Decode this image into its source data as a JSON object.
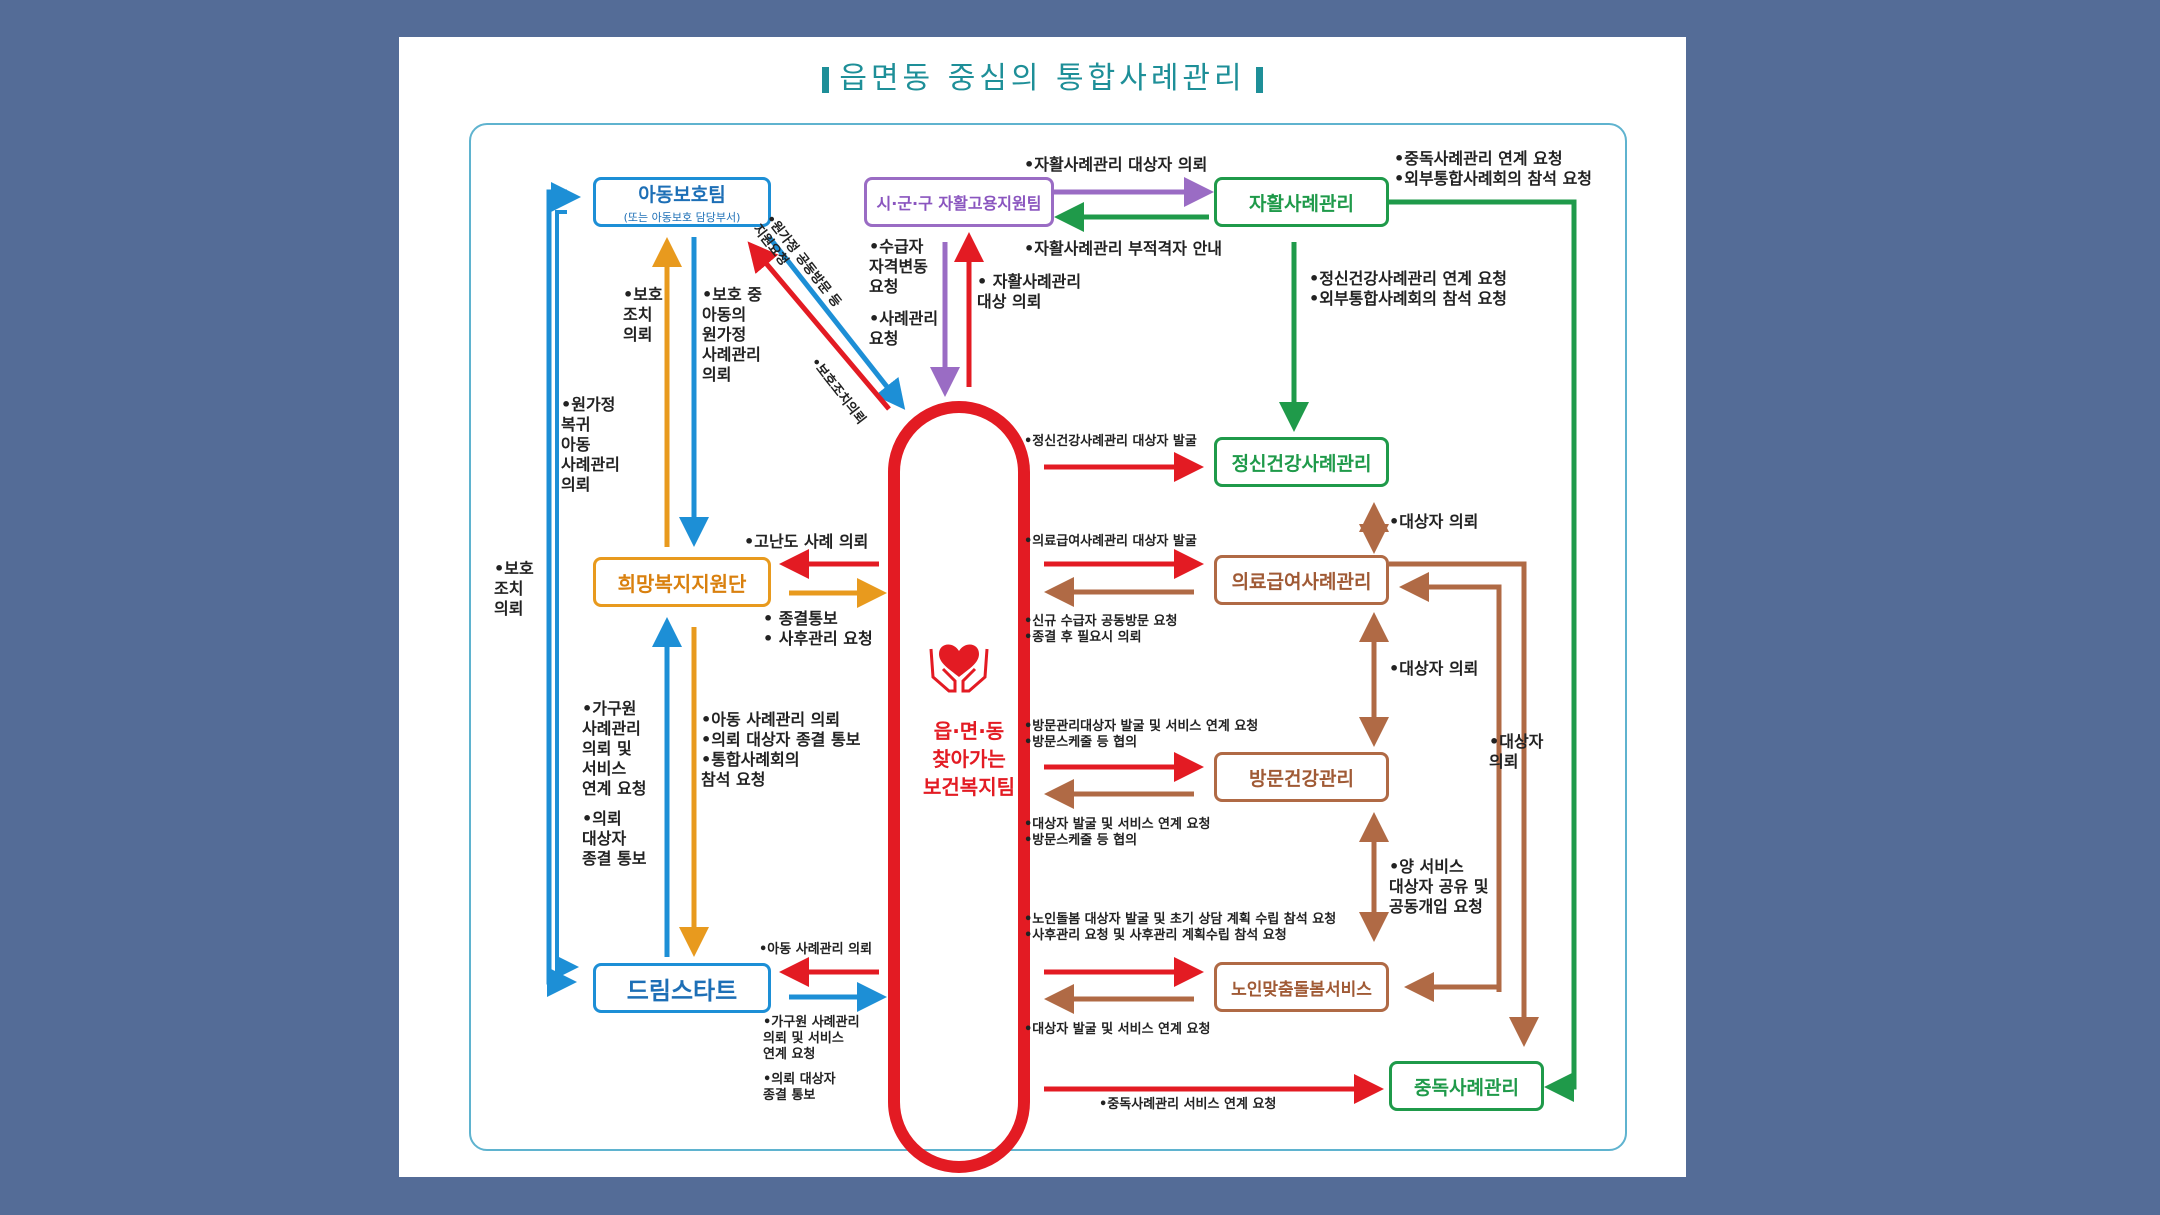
{
  "title": "읍면동 중심의 통합사례관리",
  "colors": {
    "background": "#546c97",
    "teal": "#1e8f98",
    "red": "#e31b23",
    "blue": "#1d8fd6",
    "orange": "#e89a1e",
    "purple": "#9a6cc4",
    "green": "#1f9a4a",
    "brown": "#b06a45"
  },
  "boxes": {
    "child_team": "아동보호팀",
    "child_team_sub": "(또는 아동보호 담당부서)",
    "hope_center": "희망복지지원단",
    "dream_start": "드림스타트",
    "city_team": "시·군·구 자활고용지원팀",
    "self_support": "자활사례관리",
    "mental_health": "정신건강사례관리",
    "medical_aid": "의료급여사례관리",
    "visit_health": "방문건강관리",
    "elderly_care": "노인맞춤돌봄서비스",
    "addiction": "중독사례관리"
  },
  "center": {
    "icon": "heart-hands-icon",
    "line1": "읍·면·동",
    "line2": "찾아가는",
    "line3": "보건복지팀"
  },
  "labels": {
    "protect_request": "•보호\n조치\n의뢰",
    "protect_child": "•보호 중\n아동의\n원가정\n사례관리\n의뢰",
    "family_joint": "•원가정 공동방문 등\n지원요청",
    "protect_action": "•보호조치의뢰",
    "return_home": "•원가정\n복귀\n아동\n사례관리\n의뢰",
    "outer_protect": "•보호\n조치\n의뢰",
    "difficult_case": "•고난도 사례 의뢰",
    "end_notice": "• 종결통보\n• 사후관리 요청",
    "family_case": "•가구원\n사례관리\n의뢰 및\n서비스\n연계 요청",
    "family_end": "•의뢰\n대상자\n종결 통보",
    "child_case": "•아동 사례관리 의뢰\n•의뢰 대상자 종결 통보\n•통합사례회의\n참석 요청",
    "dream_child": "•아동 사례관리 의뢰",
    "dream_family": "•가구원 사례관리\n의뢰 및 서비스\n연계 요청",
    "dream_end": "•의뢰 대상자\n종결 통보",
    "beneficiary": "•수급자\n자격변동\n요청",
    "case_request": "•사례관리\n요청",
    "self_target": "• 자활사례관리\n대상 의뢰",
    "self_refer": "•자활사례관리 대상자 의뢰",
    "self_ineligible": "•자활사례관리 부적격자 안내",
    "addiction_link": "•중독사례관리 연계 요청\n•외부통합사례회의 참석 요청",
    "mental_link": "•정신건강사례관리 연계 요청\n•외부통합사례회의 참석 요청",
    "mental_find": "•정신건강사례관리 대상자 발굴",
    "target_refer_1": "•대상자 의뢰",
    "medical_find": "•의료급여사례관리 대상자 발굴",
    "medical_new": "•신규 수급자 공동방문 요청\n•종결 후 필요시 의뢰",
    "target_refer_2": "•대상자 의뢰",
    "target_refer_3": "•대상자\n의뢰",
    "visit_find": "•방문관리대상자 발굴 및 서비스 연계 요청\n•방문스케줄 등 협의",
    "visit_back": "•대상자 발굴 및 서비스 연계 요청\n•방문스케줄 등 협의",
    "both_services": "•양 서비스\n대상자 공유 및\n공동개입 요청",
    "elderly_find": "•노인돌봄 대상자 발굴 및 초기 상담 계획 수립 참석 요청\n•사후관리 요청 및 사후관리 계획수립 참석 요청",
    "elderly_back": "•대상자 발굴 및 서비스 연계 요청",
    "addiction_service": "•중독사례관리 서비스 연계 요청"
  }
}
